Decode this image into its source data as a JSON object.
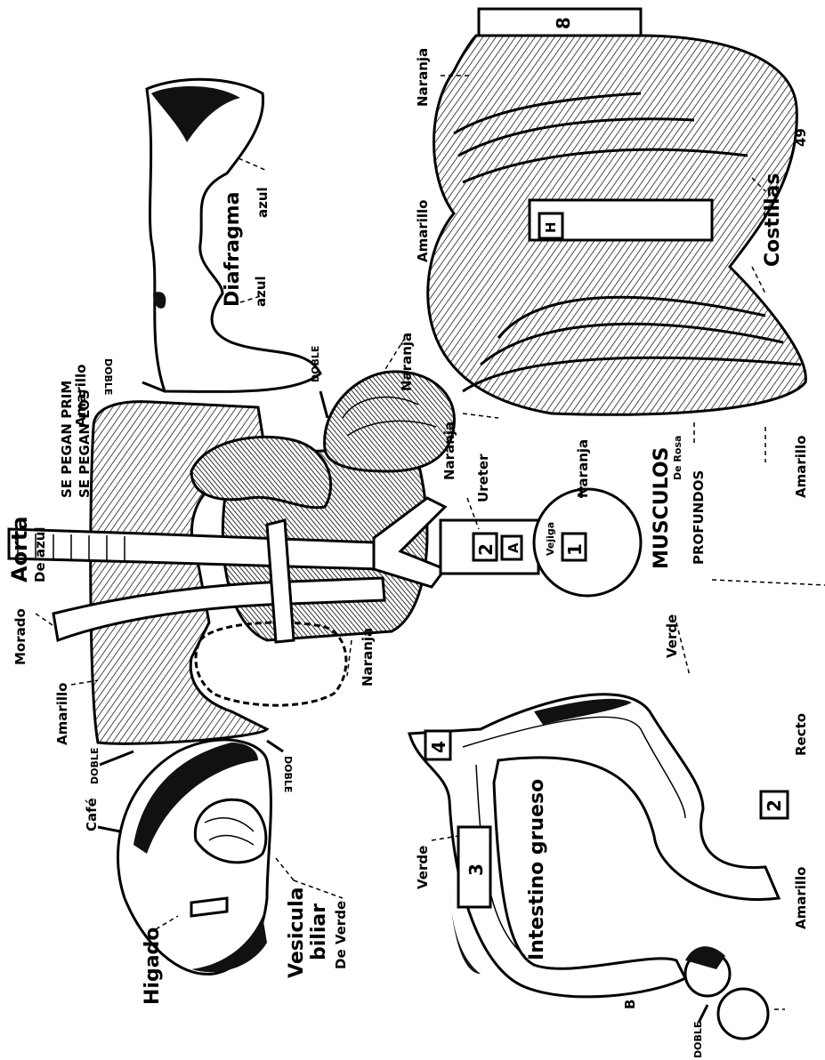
{
  "page_number": "49",
  "organs": {
    "liver": {
      "name": "Higado",
      "color_label": "Café",
      "double_top": "DOBLE",
      "double_bottom": "DOBLE"
    },
    "gallbladder": {
      "line1": "Vesicula",
      "line2": "biliar",
      "color_label": "De Verde"
    },
    "diaphragm": {
      "name": "Diafragma",
      "color_label_1": "azul",
      "color_label_2": "azul",
      "double_label": "DOBLE",
      "yellow_label": "Amarillo"
    },
    "aorta": {
      "name": "Aorta",
      "color_label": "De azul"
    },
    "glue_note": {
      "line1": "SE PEGAN PRIM",
      "line2": "SE PEGAN LOS"
    },
    "vessels": {
      "purple_label": "Morado",
      "yellow_label": "Amarillo"
    },
    "kidneys": {
      "orange_label_top": "Naranja",
      "double_label": "DOBLE",
      "orange_label_left": "Naranja"
    },
    "bladder": {
      "ureter_label": "Ureter",
      "orange_label": "Naranja",
      "tab_2": "2",
      "tab_A": "A",
      "tab_1": "1",
      "small_label": "Vejiga"
    },
    "ribcage": {
      "name": "Costillas",
      "orange_label": "Naranja",
      "yellow_label": "Amarillo",
      "yellow_label_2": "Amarillo",
      "tab_8": "8",
      "tab_H": "H",
      "rose_label": "De Rosa"
    },
    "deep_muscles": {
      "line1": "MUSCULOS",
      "line2": "PROFUNDOS"
    },
    "colon": {
      "name": "Intestino grueso",
      "green_label_top": "Verde",
      "green_label_left": "Verde",
      "rectum_label": "Recto",
      "yellow_label": "Amarillo",
      "double_label": "DOBLE",
      "tab_4": "4",
      "tab_3": "3",
      "tab_2": "2",
      "tab_B": "B"
    }
  }
}
